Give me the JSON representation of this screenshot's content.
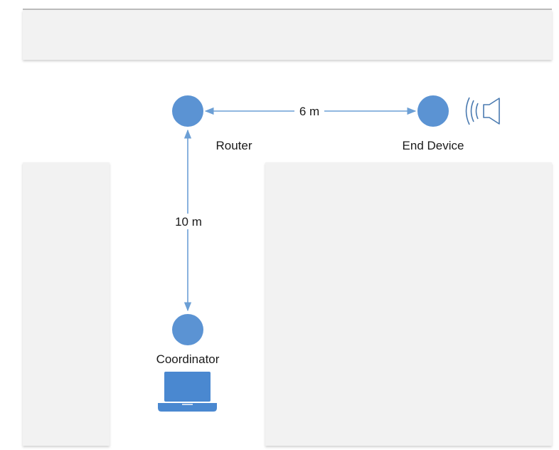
{
  "nodes": {
    "router": {
      "label": "Router"
    },
    "end_device": {
      "label": "End Device"
    },
    "coordinator": {
      "label": "Coordinator"
    }
  },
  "links": {
    "router_end_device": {
      "label": "6 m"
    },
    "router_coordinator": {
      "label": "10 m"
    }
  },
  "icons": {
    "speaker": "speaker-icon",
    "laptop": "laptop-icon"
  },
  "colors": {
    "node": "#5b93d3",
    "link": "#6c9fd5",
    "wall": "#f2f2f2",
    "laptop": "#4a88d0",
    "speaker": "#4a7ab0"
  }
}
